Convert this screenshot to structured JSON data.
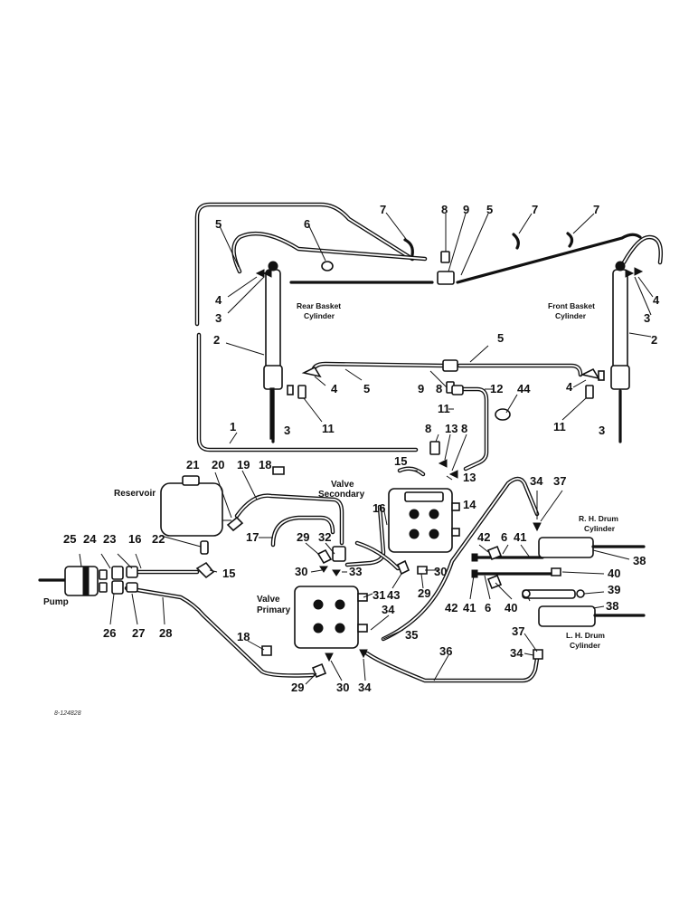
{
  "labels": {
    "rear_basket_cylinder": [
      "Rear Basket",
      "Cylinder"
    ],
    "front_basket_cylinder": [
      "Front Basket",
      "Cylinder"
    ],
    "reservoir": "Reservoir",
    "valve_secondary": [
      "Valve",
      "Secondary"
    ],
    "valve_primary": [
      "Valve",
      "Primary"
    ],
    "pump": "Pump",
    "rh_drum_cylinder": [
      "R. H. Drum",
      "Cylinder"
    ],
    "lh_drum_cylinder": [
      "L. H. Drum",
      "Cylinder"
    ],
    "figure_id": "8-124828"
  },
  "callouts": {
    "c1": "1",
    "c2a": "2",
    "c2b": "2",
    "c3a": "3",
    "c3b": "3",
    "c3c": "3",
    "c3d": "3",
    "c4a": "4",
    "c4b": "4",
    "c4c": "4",
    "c4d": "4",
    "c5a": "5",
    "c5b": "5",
    "c5c": "5",
    "c5d": "5",
    "c6a": "6",
    "c6b": "6",
    "c6c": "6",
    "c7a": "7",
    "c7b": "7",
    "c7c": "7",
    "c8a": "8",
    "c8b": "8",
    "c8c": "8",
    "c8d": "8",
    "c9a": "9",
    "c9b": "9",
    "c11a": "11",
    "c11b": "11",
    "c11c": "11",
    "c12": "12",
    "c13a": "13",
    "c13b": "13",
    "c14": "14",
    "c15a": "15",
    "c15b": "15",
    "c16a": "16",
    "c16b": "16",
    "c17": "17",
    "c18a": "18",
    "c18b": "18",
    "c19": "19",
    "c20": "20",
    "c21": "21",
    "c22": "22",
    "c23": "23",
    "c24": "24",
    "c25": "25",
    "c26": "26",
    "c27": "27",
    "c28": "28",
    "c29a": "29",
    "c29b": "29",
    "c29c": "29",
    "c30a": "30",
    "c30b": "30",
    "c30c": "30",
    "c31": "31",
    "c32": "32",
    "c33": "33",
    "c34a": "34",
    "c34b": "34",
    "c34c": "34",
    "c34d": "34",
    "c35": "35",
    "c36": "36",
    "c37a": "37",
    "c37b": "37",
    "c38a": "38",
    "c38b": "38",
    "c39": "39",
    "c40a": "40",
    "c40b": "40",
    "c41a": "41",
    "c41b": "41",
    "c42a": "42",
    "c42b": "42",
    "c43": "43",
    "c44": "44"
  }
}
